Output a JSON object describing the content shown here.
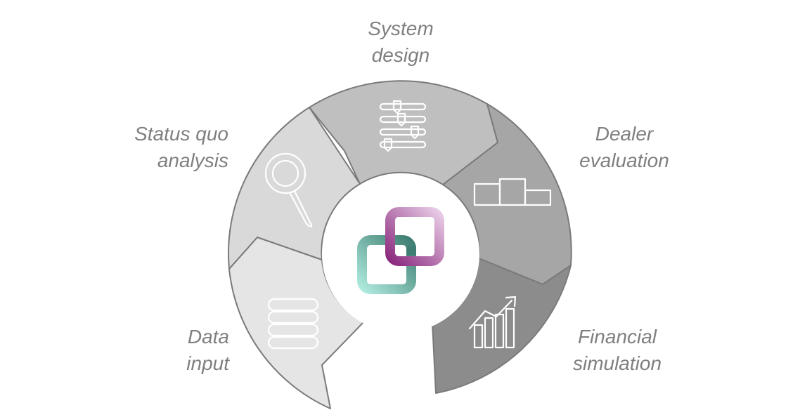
{
  "stages": [
    {
      "id": "data-input",
      "lines": [
        "Data",
        "input"
      ],
      "icon": "database-icon",
      "color": "#e5e5e5"
    },
    {
      "id": "status-quo",
      "lines": [
        "Status quo",
        "analysis"
      ],
      "icon": "magnifier-icon",
      "color": "#d9d9d9"
    },
    {
      "id": "system-design",
      "lines": [
        "System",
        "design"
      ],
      "icon": "sliders-icon",
      "color": "#bfbfbf"
    },
    {
      "id": "dealer-evaluation",
      "lines": [
        "Dealer",
        "evaluation"
      ],
      "icon": "podium-icon",
      "color": "#a6a6a6"
    },
    {
      "id": "financial-simulation",
      "lines": [
        "Financial",
        "simulation"
      ],
      "icon": "growth-chart-icon",
      "color": "#8c8c8c"
    }
  ],
  "colors": {
    "label_text": "#7f7f7f",
    "outline": "#7a7a7a",
    "logo_teal": "#3f7e72",
    "logo_teal_light": "#aee9dd",
    "logo_purple": "#8b2a7e",
    "logo_purple_light": "#e8cbe6"
  },
  "center_logo": "interlocked-squares-logo"
}
